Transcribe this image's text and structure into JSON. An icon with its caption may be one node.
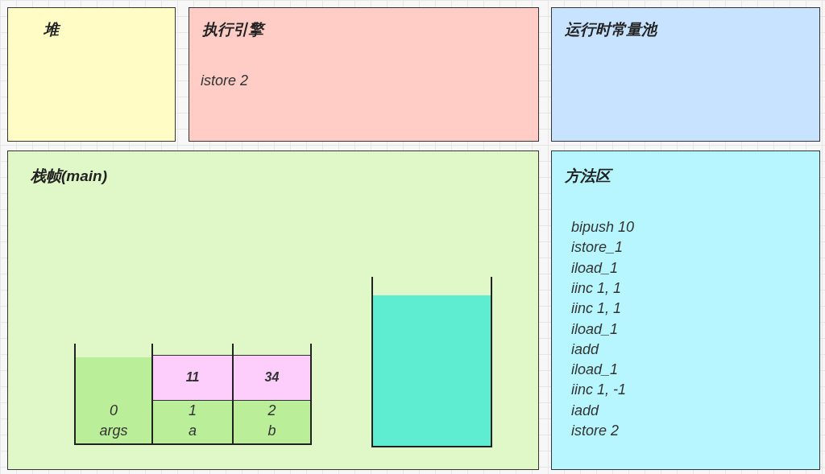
{
  "diagram": {
    "nodes": [
      {
        "text": [
          "堆"
        ]
      },
      {
        "text": [
          "执行引擎",
          "istore 2"
        ]
      },
      {
        "text": [
          "运行时常量池"
        ]
      },
      {
        "text": [
          "栈帧(main)"
        ]
      },
      {
        "text": [
          "0",
          "args"
        ],
        "in": 3
      },
      {
        "text": [
          "11"
        ],
        "in": 3
      },
      {
        "text": [
          "1",
          "a"
        ],
        "in": 3
      },
      {
        "text": [
          "34"
        ],
        "in": 3
      },
      {
        "text": [
          "2",
          "b"
        ],
        "in": 3
      },
      {
        "text": [
          "方法区",
          "bipush 10",
          "istore_1",
          "iload_1",
          "iinc 1, 1",
          "iinc 1, 1",
          "iload_1",
          "iadd",
          "iload_1",
          "iinc 1, -1",
          "iadd",
          "istore 2"
        ]
      }
    ]
  }
}
